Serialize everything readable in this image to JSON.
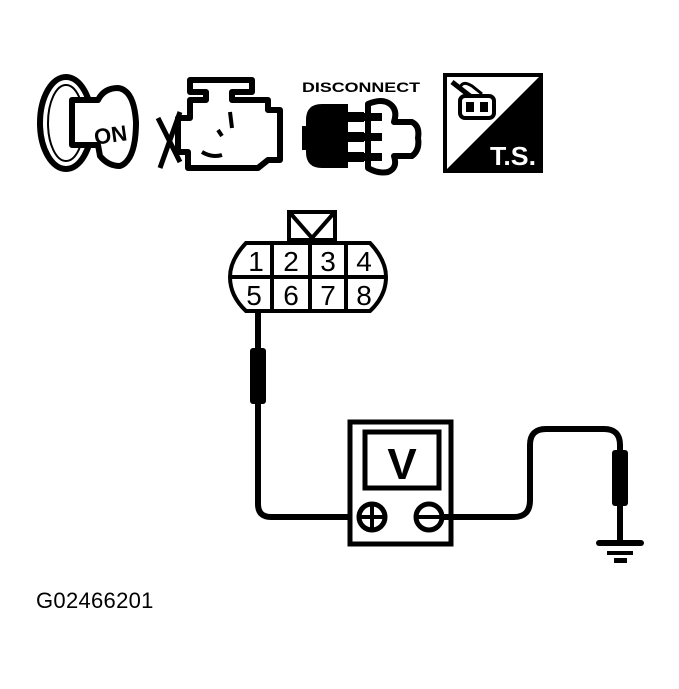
{
  "icons": {
    "ignition_key": {
      "label": "ON",
      "meaning": "ignition-on"
    },
    "engine": {
      "meaning": "engine-off"
    },
    "disconnect": {
      "label": "DISCONNECT"
    },
    "test_symbol": {
      "label": "T.S."
    }
  },
  "connector": {
    "pins_top": [
      "1",
      "2",
      "3",
      "4"
    ],
    "pins_bottom": [
      "5",
      "6",
      "7",
      "8"
    ],
    "probed_pin": "5"
  },
  "meter": {
    "display": "V",
    "positive_terminal": "+",
    "negative_terminal": "−"
  },
  "ground": {
    "meaning": "chassis-ground"
  },
  "figure_id": "G02466201",
  "colors": {
    "ink": "#000000",
    "paper": "#ffffff"
  }
}
